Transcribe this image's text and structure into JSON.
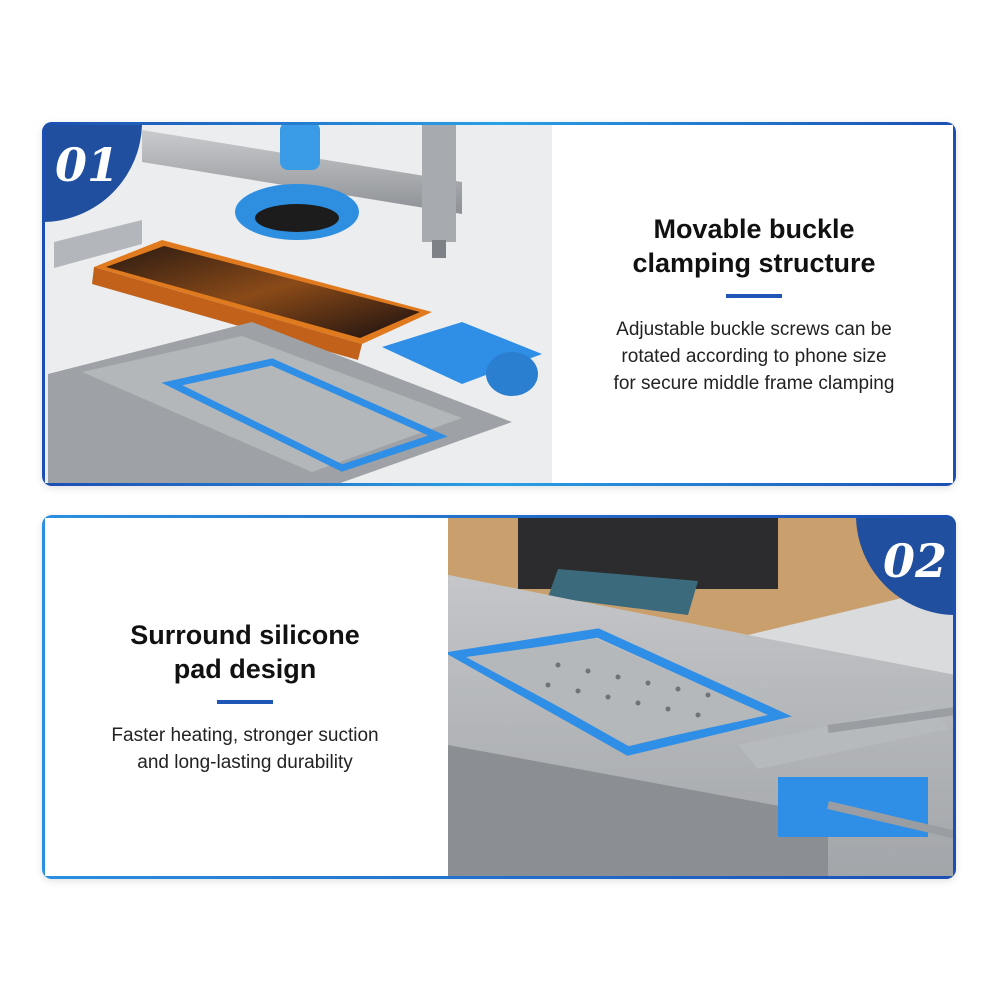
{
  "features": [
    {
      "number": "01",
      "title": "Movable buckle\nclamping structure",
      "description": "Adjustable buckle screws can be\nrotated according to phone size\nfor secure middle frame clamping",
      "photo_icon": "phone-clamp-fixture-illustration"
    },
    {
      "number": "02",
      "title": "Surround silicone\npad design",
      "description": "Faster heating, stronger suction\nand long-lasting durability",
      "photo_icon": "silicone-pad-heating-plate-illustration"
    }
  ],
  "colors": {
    "accent_blue": "#1f4f9e",
    "divider_blue": "#1f57b7",
    "pad_blue": "#2f8ee6",
    "phone_orange": "#e07a1e"
  }
}
